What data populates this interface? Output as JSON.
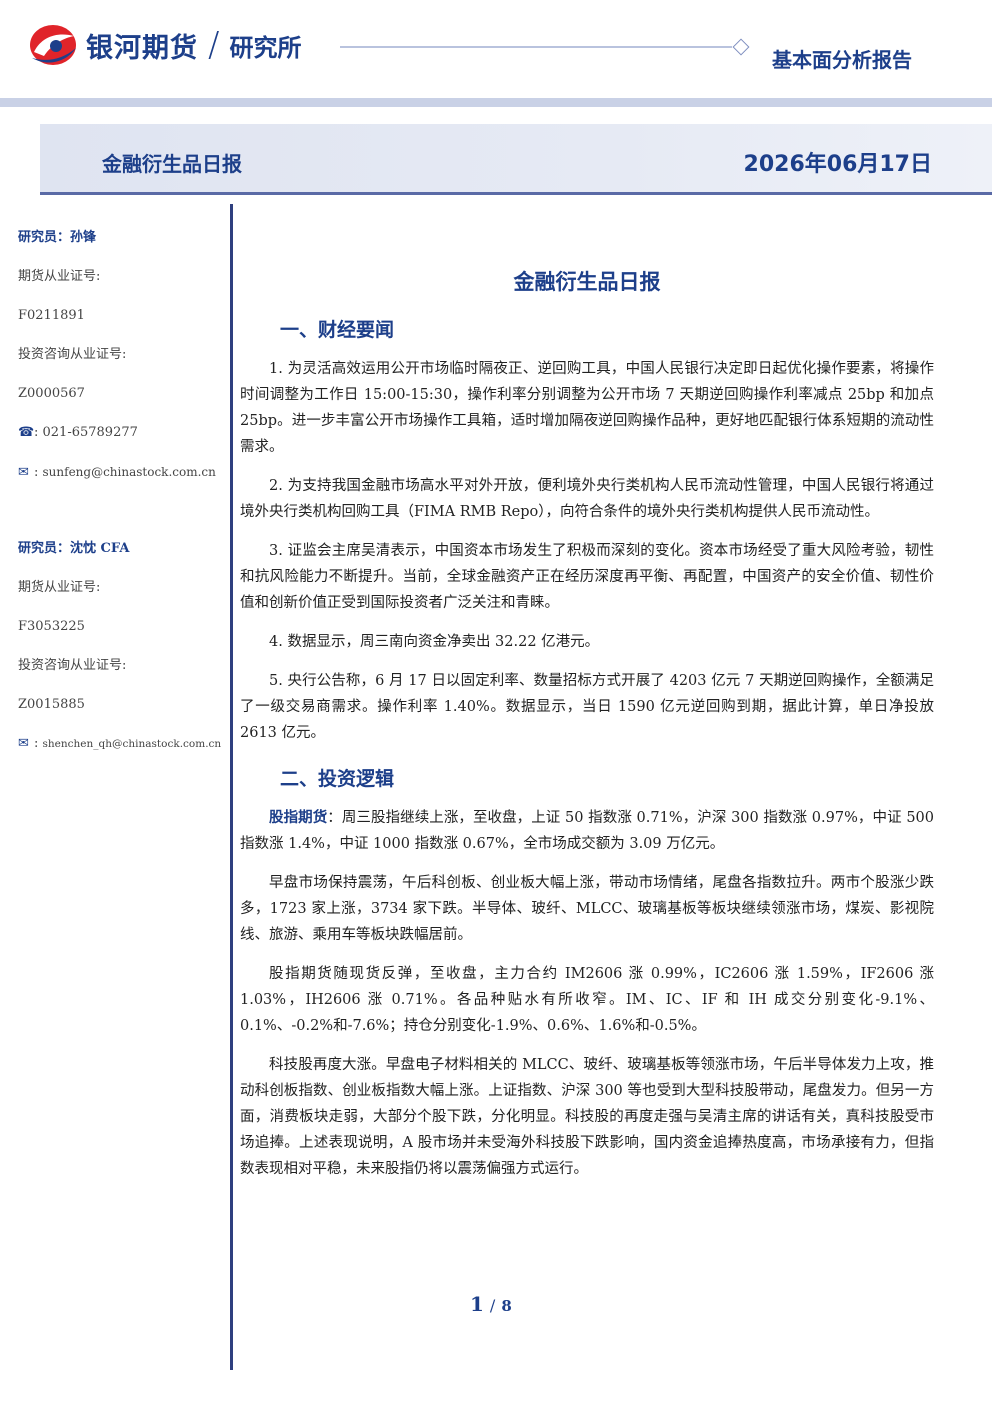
{
  "header": {
    "company": "银河期货",
    "department": "研究所",
    "report_type": "基本面分析报告",
    "colors": {
      "brand_blue": "#1d3f8a",
      "logo_red": "#e0242a",
      "band": "#c9d1e6"
    }
  },
  "title_bar": {
    "left": "金融衍生品日报",
    "date": "2026年06月17日"
  },
  "sidebar": {
    "researcher1": {
      "name": "研究员：孙锋",
      "futures_label": "期货从业证号:",
      "futures_id": "F0211891",
      "invest_label": "投资咨询从业证号:",
      "invest_id": "Z0000567",
      "phone": "021-65789277",
      "email": "sunfeng@chinastock.com.cn"
    },
    "researcher2": {
      "name": "研究员：沈忱 CFA",
      "futures_label": "期货从业证号:",
      "futures_id": "F3053225",
      "invest_label": "投资咨询从业证号:",
      "invest_id": "Z0015885",
      "email": "shenchen_qh@chinastock.com.cn"
    },
    "icons": {
      "phone": "phone-icon",
      "email": "email-icon"
    }
  },
  "main": {
    "title": "金融衍生品日报",
    "section1": {
      "heading": "一、财经要闻",
      "paragraphs": [
        "1. 为灵活高效运用公开市场临时隔夜正、逆回购工具，中国人民银行决定即日起优化操作要素，将操作时间调整为工作日 15:00-15:30，操作利率分别调整为公开市场 7 天期逆回购操作利率减点 25bp 和加点 25bp。进一步丰富公开市场操作工具箱，适时增加隔夜逆回购操作品种，更好地匹配银行体系短期的流动性需求。",
        "2. 为支持我国金融市场高水平对外开放，便利境外央行类机构人民币流动性管理，中国人民银行将通过境外央行类机构回购工具（FIMA RMB Repo），向符合条件的境外央行类机构提供人民币流动性。",
        "3. 证监会主席吴清表示，中国资本市场发生了积极而深刻的变化。资本市场经受了重大风险考验，韧性和抗风险能力不断提升。当前，全球金融资产正在经历深度再平衡、再配置，中国资产的安全价值、韧性价值和创新价值正受到国际投资者广泛关注和青睐。",
        "4. 数据显示，周三南向资金净卖出 32.22 亿港元。",
        "5. 央行公告称，6 月 17 日以固定利率、数量招标方式开展了 4203 亿元 7 天期逆回购操作，全额满足了一级交易商需求。操作利率 1.40%。数据显示，当日 1590 亿元逆回购到期，据此计算，单日净投放 2613 亿元。"
      ]
    },
    "section2": {
      "heading": "二、投资逻辑",
      "p1_keyword": "股指期货",
      "p1_rest": "：周三股指继续上涨，至收盘，上证 50 指数涨 0.71%，沪深 300 指数涨 0.97%，中证 500 指数涨 1.4%，中证 1000 指数涨 0.67%，全市场成交额为 3.09 万亿元。",
      "paragraphs": [
        "早盘市场保持震荡，午后科创板、创业板大幅上涨，带动市场情绪，尾盘各指数拉升。两市个股涨少跌多，1723 家上涨，3734 家下跌。半导体、玻纤、MLCC、玻璃基板等板块继续领涨市场，煤炭、影视院线、旅游、乘用车等板块跌幅居前。",
        "股指期货随现货反弹，至收盘，主力合约 IM2606 涨 0.99%，IC2606 涨 1.59%，IF2606 涨 1.03%，IH2606 涨 0.71%。各品种贴水有所收窄。IM、IC、IF 和 IH 成交分别变化-9.1%、0.1%、-0.2%和-7.6%；持仓分别变化-1.9%、0.6%、1.6%和-0.5%。",
        "科技股再度大涨。早盘电子材料相关的 MLCC、玻纤、玻璃基板等领涨市场，午后半导体发力上攻，推动科创板指数、创业板指数大幅上涨。上证指数、沪深 300 等也受到大型科技股带动，尾盘发力。但另一方面，消费板块走弱，大部分个股下跌，分化明显。科技股的再度走强与吴清主席的讲话有关，真科技股受市场追捧。上述表现说明，A 股市场并未受海外科技股下跌影响，国内资金追捧热度高，市场承接有力，但指数表现相对平稳，未来股指仍将以震荡偏强方式运行。"
      ]
    }
  },
  "footer": {
    "page": "1",
    "separator": "/",
    "total": "8"
  }
}
